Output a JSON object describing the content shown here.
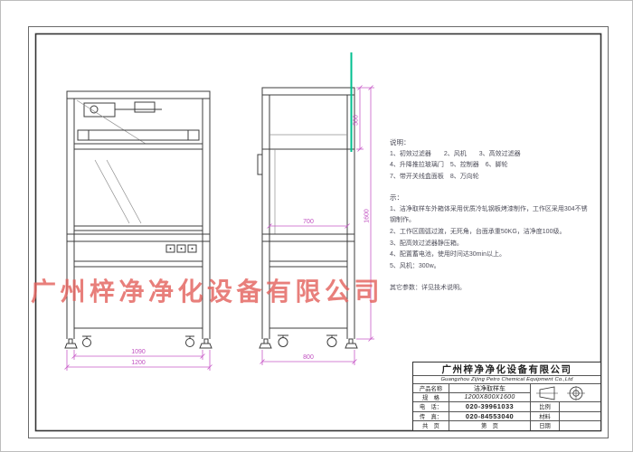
{
  "colors": {
    "dimension": "#c85ac8",
    "highlight_line": "#00bf8f",
    "watermark": "#e4635f"
  },
  "watermark": {
    "text": "广州梓净净化设备有限公司"
  },
  "dims": {
    "front_inner_width": "1090",
    "front_overall_width": "1200",
    "side_inner_depth": "700",
    "side_depth": "800",
    "side_top_height": "500",
    "side_overall_height": "1600"
  },
  "notes": {
    "heading_parts": "说明：",
    "parts_lines": [
      "1、初效过滤器　　2、风机　　3、高效过滤器",
      "4、升降推拉玻璃门　5、控制器　6、脚轮",
      "7、带开关线盒面板　8、万向轮"
    ],
    "heading_specs": "示：",
    "spec_lines": [
      "1、洁净取样车外箱体采用优质冷轧钢板烤漆制作，工作区采用304不锈钢制作。",
      "2、工作区圆弧过渡，无死角，台面承重50KG，洁净度100级。",
      "3、配高效过滤器静压箱。",
      "4、配置蓄电池，使用时间达30min以上。",
      "5、风机：300w。"
    ],
    "other": "其它参数：详见技术说明。"
  },
  "title_block": {
    "company_cn": "广州梓净净化设备有限公司",
    "company_en": "Guangzhou Zijing Petro Chemical Equipment Co.,Ltd",
    "product_label": "产品名称",
    "product_value": "洁净取样车",
    "spec_label": "规　格",
    "spec_value": "1200X800X1600",
    "phone_label": "电　话：",
    "phone_value": "020-39961033",
    "scale_label": "比例",
    "fax_label": "传　真：",
    "fax_value": "020-84553040",
    "material_label": "材料",
    "pages_total_label": "共　页",
    "page_num_label": "第　页",
    "date_label": "日期"
  }
}
